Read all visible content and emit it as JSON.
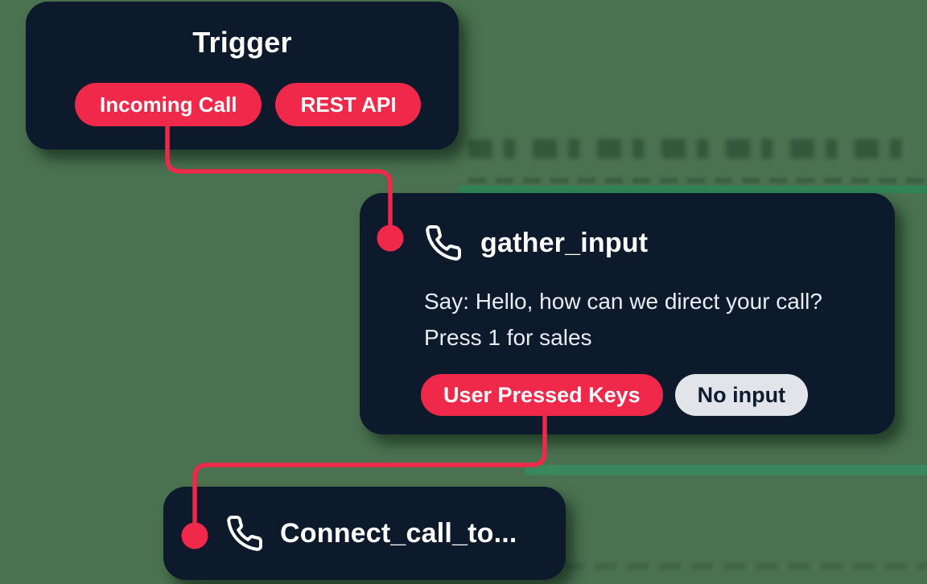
{
  "colors": {
    "background": "#4a7150",
    "node_background": "#0c1a2b",
    "accent_red": "#f0284a",
    "pill_gray": "#e2e4e9",
    "stripe_green": "#2f8356",
    "text_white": "#ffffff",
    "body_text": "#e9ecf2"
  },
  "trigger_node": {
    "title": "Trigger",
    "pills": [
      {
        "label": "Incoming Call"
      },
      {
        "label": "REST API"
      }
    ]
  },
  "gather_node": {
    "icon": "phone-icon",
    "title": "gather_input",
    "say_lines": [
      "Say: Hello, how can we direct your call?",
      "Press 1 for sales"
    ],
    "pills": [
      {
        "label": "User Pressed Keys",
        "style": "red"
      },
      {
        "label": "No input",
        "style": "gray"
      }
    ]
  },
  "connect_node": {
    "icon": "phone-icon",
    "title": "Connect_call_to..."
  },
  "connections": [
    {
      "from": "Incoming Call",
      "to": "gather_input"
    },
    {
      "from": "User Pressed Keys",
      "to": "Connect_call_to..."
    }
  ]
}
